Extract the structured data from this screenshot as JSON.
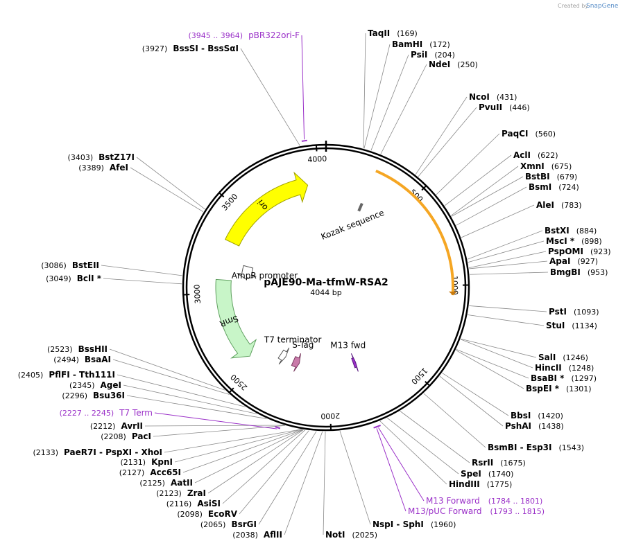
{
  "credit": {
    "created_by": "Created by",
    "brand": "SnapGene"
  },
  "plasmid": {
    "name": "pAJE90-Ma-tfmW-RSA2",
    "length_label": "4044 bp",
    "length": 4044
  },
  "ticks": [
    {
      "pos": 500,
      "label": "500"
    },
    {
      "pos": 1000,
      "label": "1000"
    },
    {
      "pos": 1500,
      "label": "1500"
    },
    {
      "pos": 2000,
      "label": "2000"
    },
    {
      "pos": 2500,
      "label": "2500"
    },
    {
      "pos": 3000,
      "label": "3000"
    },
    {
      "pos": 3500,
      "label": "3500"
    },
    {
      "pos": 4000,
      "label": "4000"
    }
  ],
  "features": [
    {
      "name": "ori",
      "start": 3320,
      "end": 3930,
      "direction": "cw",
      "color": "#ffff00",
      "stroke": "#a0a000"
    },
    {
      "name": "AmpR promoter",
      "start": 3100,
      "end": 3200,
      "direction": "ccw",
      "color": "#ffffff",
      "stroke": "#555555"
    },
    {
      "name": "SmR",
      "start": 2560,
      "end": 3080,
      "direction": "ccw",
      "color": "#c8f5c8",
      "stroke": "#60a060"
    },
    {
      "name": "T7 terminator",
      "start": 2360,
      "end": 2405,
      "direction": "ccw",
      "color": "#ffffff",
      "stroke": "#555555"
    },
    {
      "name": "S-Tag",
      "start": 2240,
      "end": 2290,
      "direction": "ccw",
      "color": "#c97aa9",
      "stroke": "#7a3a60"
    },
    {
      "name": "M13 fwd",
      "start": 1780,
      "end": 1800,
      "direction": "ccw",
      "color": "#9a30c8",
      "stroke": "#5a1a80"
    },
    {
      "name": "Kozak sequence",
      "start": 260,
      "end": 270,
      "direction": "none",
      "color": "#bbbbbb",
      "stroke": "#666666"
    }
  ],
  "orange_arc": {
    "start": 260,
    "end": 1050,
    "color": "#f5a623"
  },
  "sites_right": [
    {
      "name": "TaqII",
      "pos": "(169)",
      "loc": 169
    },
    {
      "name": "BamHI",
      "pos": "(172)",
      "loc": 172
    },
    {
      "name": "PsiI",
      "pos": "(204)",
      "loc": 204
    },
    {
      "name": "NdeI",
      "pos": "(250)",
      "loc": 250
    },
    {
      "name": "NcoI",
      "pos": "(431)",
      "loc": 431
    },
    {
      "name": "PvuII",
      "pos": "(446)",
      "loc": 446
    },
    {
      "name": "PaqCI",
      "pos": "(560)",
      "loc": 560
    },
    {
      "name": "AclI",
      "pos": "(622)",
      "loc": 622
    },
    {
      "name": "XmnI",
      "pos": "(675)",
      "loc": 675
    },
    {
      "name": "BstBI",
      "pos": "(679)",
      "loc": 679
    },
    {
      "name": "BsmI",
      "pos": "(724)",
      "loc": 724
    },
    {
      "name": "AleI",
      "pos": "(783)",
      "loc": 783
    },
    {
      "name": "BstXI",
      "pos": "(884)",
      "loc": 884
    },
    {
      "name": "MscI *",
      "pos": "(898)",
      "loc": 898
    },
    {
      "name": "PspOMI",
      "pos": "(923)",
      "loc": 923
    },
    {
      "name": "ApaI",
      "pos": "(927)",
      "loc": 927
    },
    {
      "name": "BmgBI",
      "pos": "(953)",
      "loc": 953
    },
    {
      "name": "PstI",
      "pos": "(1093)",
      "loc": 1093
    },
    {
      "name": "StuI",
      "pos": "(1134)",
      "loc": 1134
    },
    {
      "name": "SalI",
      "pos": "(1246)",
      "loc": 1246
    },
    {
      "name": "HincII",
      "pos": "(1248)",
      "loc": 1248
    },
    {
      "name": "BsaBI *",
      "pos": "(1297)",
      "loc": 1297
    },
    {
      "name": "BspEI *",
      "pos": "(1301)",
      "loc": 1301
    },
    {
      "name": "BbsI",
      "pos": "(1420)",
      "loc": 1420
    },
    {
      "name": "PshAI",
      "pos": "(1438)",
      "loc": 1438
    },
    {
      "name": "BsmBI - Esp3I",
      "pos": "(1543)",
      "loc": 1543
    },
    {
      "name": "RsrII",
      "pos": "(1675)",
      "loc": 1675
    },
    {
      "name": "SpeI",
      "pos": "(1740)",
      "loc": 1740
    },
    {
      "name": "HindIII",
      "pos": "(1775)",
      "loc": 1775
    },
    {
      "name": "NspI - SphI",
      "pos": "(1960)",
      "loc": 1960
    },
    {
      "name": "NotI",
      "pos": "(2025)",
      "loc": 2025
    }
  ],
  "sites_left": [
    {
      "name": "BssSI - BssSαI",
      "pos": "(3927)",
      "loc": 3927
    },
    {
      "name": "BstZ17I",
      "pos": "(3403)",
      "loc": 3403
    },
    {
      "name": "AfeI",
      "pos": "(3389)",
      "loc": 3389
    },
    {
      "name": "BstEII",
      "pos": "(3086)",
      "loc": 3086
    },
    {
      "name": "BclI *",
      "pos": "(3049)",
      "loc": 3049
    },
    {
      "name": "BssHII",
      "pos": "(2523)",
      "loc": 2523
    },
    {
      "name": "BsaAI",
      "pos": "(2494)",
      "loc": 2494
    },
    {
      "name": "PflFI - Tth111I",
      "pos": "(2405)",
      "loc": 2405
    },
    {
      "name": "AgeI",
      "pos": "(2345)",
      "loc": 2345
    },
    {
      "name": "Bsu36I",
      "pos": "(2296)",
      "loc": 2296
    },
    {
      "name": "AvrII",
      "pos": "(2212)",
      "loc": 2212
    },
    {
      "name": "PacI",
      "pos": "(2208)",
      "loc": 2208
    },
    {
      "name": "PaeR7I - PspXI - XhoI",
      "pos": "(2133)",
      "loc": 2133
    },
    {
      "name": "KpnI",
      "pos": "(2131)",
      "loc": 2131
    },
    {
      "name": "Acc65I",
      "pos": "(2127)",
      "loc": 2127
    },
    {
      "name": "AatII",
      "pos": "(2125)",
      "loc": 2125
    },
    {
      "name": "ZraI",
      "pos": "(2123)",
      "loc": 2123
    },
    {
      "name": "AsiSI",
      "pos": "(2116)",
      "loc": 2116
    },
    {
      "name": "EcoRV",
      "pos": "(2098)",
      "loc": 2098
    },
    {
      "name": "BsrGI",
      "pos": "(2065)",
      "loc": 2065
    },
    {
      "name": "AflII",
      "pos": "(2038)",
      "loc": 2038
    }
  ],
  "primers": [
    {
      "name": "pBR322ori-F",
      "range": "(3945 .. 3964)",
      "loc": 3950
    },
    {
      "name": "T7 Term",
      "range": "(2227 .. 2245)",
      "loc": 2236
    },
    {
      "name": "M13 Forward",
      "range": "(1784 .. 1801)",
      "loc": 1792
    },
    {
      "name": "M13/pUC Forward",
      "range": "(1793 .. 1815)",
      "loc": 1800
    }
  ]
}
